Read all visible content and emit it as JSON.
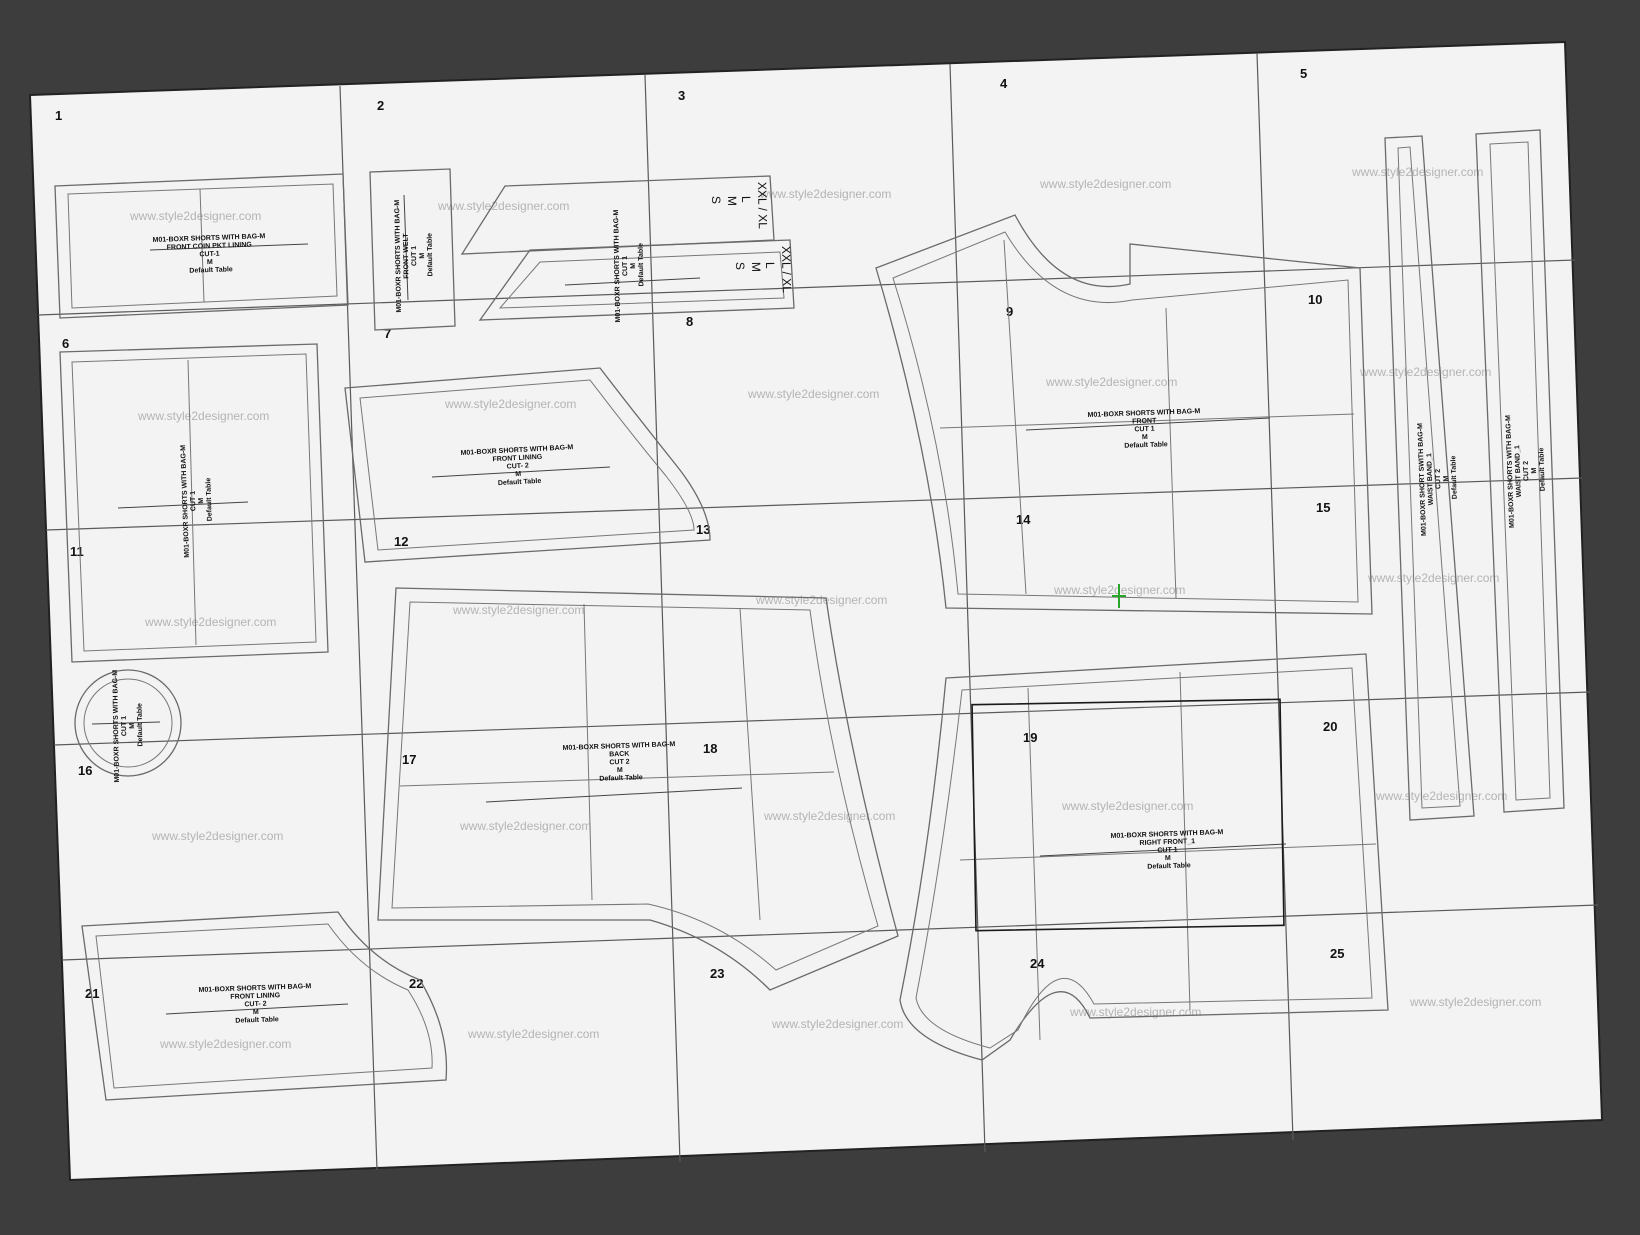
{
  "tile_numbers": [
    "1",
    "2",
    "3",
    "4",
    "5",
    "6",
    "7",
    "8",
    "9",
    "10",
    "11",
    "12",
    "13",
    "14",
    "15",
    "16",
    "17",
    "18",
    "19",
    "20",
    "21",
    "22",
    "23",
    "24",
    "25"
  ],
  "watermark": "www.style2designer.com",
  "pieces": {
    "front_coin_pkt_lining": [
      "M01-BOXR SHORTS WITH BAG-M",
      "FRONT COIN PKT LINING",
      "CUT-1",
      "M",
      "Default Table"
    ],
    "front_welt": [
      "M01-BOXR SHORTS WITH BAG-M",
      "FRONT WELT",
      "CUT 1",
      "M",
      "Default Table"
    ],
    "small_strip": [
      "M01-BOXR SHORTS WITH BAG-M",
      "CUT 1",
      "M",
      "Default Table"
    ],
    "front_lining_top": [
      "M01-BOXR SHORTS WITH BAG-M",
      "FRONT LINING",
      "CUT- 2",
      "M",
      "Default Table"
    ],
    "front": [
      "M01-BOXR SHORTS WITH BAG-M",
      "FRONT",
      "CUT 1",
      "M",
      "Default Table"
    ],
    "waist_band_a": [
      "M01-BOXR SHORT SWITH BAG-M",
      "WAIST BAND_1",
      "CUT 2",
      "M",
      "Default Table"
    ],
    "waist_band_b": [
      "M01-BOXR SHORTS WITH BAG-M",
      "WAIST BAND_1",
      "CUT 2",
      "M",
      "Default Table"
    ],
    "side_piece": [
      "M01-BOXR SHORTS WITH BAG-M",
      "CUT 1",
      "M",
      "Default Table"
    ],
    "round_piece": [
      "M01-BOXR SHORTS WITH BAG-M",
      "CUT 1",
      "M",
      "Default Table"
    ],
    "back": [
      "M01-BOXR SHORTS WITH BAG-M",
      "BACK",
      "CUT 2",
      "M",
      "Default Table"
    ],
    "right_front": [
      "M01-BOXR SHORTS WITH BAG-M",
      "RIGHT FRONT_1",
      "CUT 1",
      "M",
      "Default Table"
    ],
    "front_lining_bottom": [
      "M01-BOXR SHORTS WITH BAG-M",
      "FRONT LINING",
      "CUT- 2",
      "M",
      "Default Table"
    ]
  },
  "size_labels": [
    "S",
    "M",
    "L",
    "XXL / XL"
  ]
}
